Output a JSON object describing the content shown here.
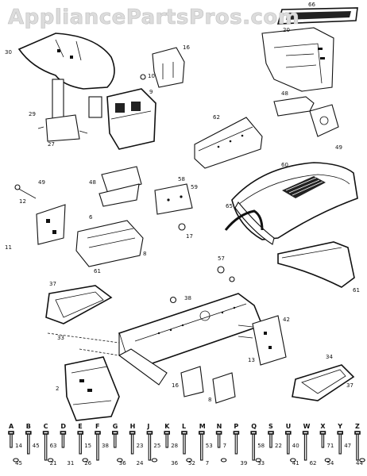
{
  "watermark": "AppliancePartsPros.com",
  "diagram": {
    "part_labels": [
      {
        "name": "label-66",
        "text": "66"
      },
      {
        "name": "label-20",
        "text": "20"
      },
      {
        "name": "label-30",
        "text": "30"
      },
      {
        "name": "label-16",
        "text": "16"
      },
      {
        "name": "label-10",
        "text": "10"
      },
      {
        "name": "label-9",
        "text": "9"
      },
      {
        "name": "label-48-top",
        "text": "48"
      },
      {
        "name": "label-49-top",
        "text": "49"
      },
      {
        "name": "label-29",
        "text": "29"
      },
      {
        "name": "label-27",
        "text": "27"
      },
      {
        "name": "label-62",
        "text": "62"
      },
      {
        "name": "label-60",
        "text": "60"
      },
      {
        "name": "label-65",
        "text": "65"
      },
      {
        "name": "label-49-mid",
        "text": "49"
      },
      {
        "name": "label-12",
        "text": "12"
      },
      {
        "name": "label-11",
        "text": "11"
      },
      {
        "name": "label-48-mid",
        "text": "48"
      },
      {
        "name": "label-58",
        "text": "58"
      },
      {
        "name": "label-59",
        "text": "59"
      },
      {
        "name": "label-17",
        "text": "17"
      },
      {
        "name": "label-6",
        "text": "6"
      },
      {
        "name": "label-8",
        "text": "8"
      },
      {
        "name": "label-61-mid",
        "text": "61"
      },
      {
        "name": "label-61-right",
        "text": "61"
      },
      {
        "name": "label-57",
        "text": "57"
      },
      {
        "name": "label-37-left",
        "text": "37"
      },
      {
        "name": "label-33",
        "text": "33"
      },
      {
        "name": "label-38",
        "text": "38"
      },
      {
        "name": "label-42",
        "text": "42"
      },
      {
        "name": "label-13",
        "text": "13"
      },
      {
        "name": "label-2",
        "text": "2"
      },
      {
        "name": "label-16-low",
        "text": "16"
      },
      {
        "name": "label-8-low",
        "text": "8"
      },
      {
        "name": "label-34",
        "text": "34"
      },
      {
        "name": "label-37-right",
        "text": "37"
      }
    ],
    "hardware_letters": [
      "A",
      "B",
      "C",
      "D",
      "E",
      "F",
      "G",
      "H",
      "J",
      "K",
      "L",
      "M",
      "N",
      "P",
      "Q",
      "S",
      "U",
      "W",
      "X",
      "Y",
      "Z"
    ],
    "hardware_numbers": [
      "14",
      "45",
      "45",
      "21",
      "63",
      "31",
      "15",
      "26",
      "38",
      "36",
      "23",
      "24",
      "25",
      "36",
      "28",
      "52",
      "53",
      "7",
      "7",
      "39",
      "58",
      "33",
      "22",
      "41",
      "40",
      "62",
      "71",
      "54",
      "47",
      "44"
    ]
  }
}
